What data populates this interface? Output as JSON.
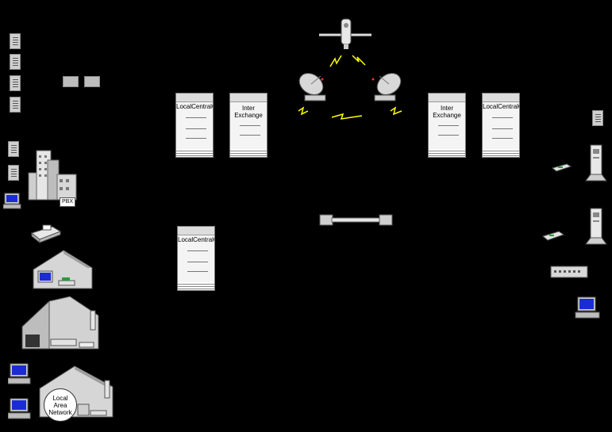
{
  "switches": {
    "local_central_office": "LocalCentralOffice",
    "inter_exchange_line1": "Inter",
    "inter_exchange_line2": "Exchange"
  },
  "pbx_label": "PBX",
  "lan_label_line1": "Local",
  "lan_label_line2": "Area",
  "lan_label_line3": "Network",
  "colors": {
    "background": "#000000",
    "equipment": "#f4f4f4",
    "radio_link": "#ffff00"
  }
}
